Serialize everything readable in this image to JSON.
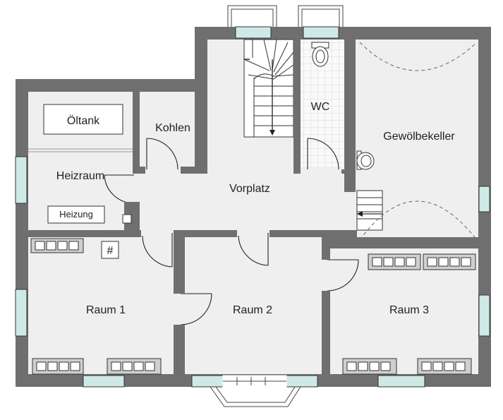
{
  "rooms": {
    "oeltank": "Öltank",
    "kohlen": "Kohlen",
    "heizraum": "Heizraum",
    "heizung": "Heizung",
    "vorplatz": "Vorplatz",
    "wc": "WC",
    "gewoelbekeller": "Gewölbekeller",
    "raum1": "Raum 1",
    "raum2": "Raum 2",
    "raum3": "Raum 3"
  },
  "symbols": {
    "chimney": "#"
  },
  "colors": {
    "wall": "#6f6f6f",
    "floor": "#efefef",
    "window": "#cfe9e6",
    "line": "#222222"
  }
}
